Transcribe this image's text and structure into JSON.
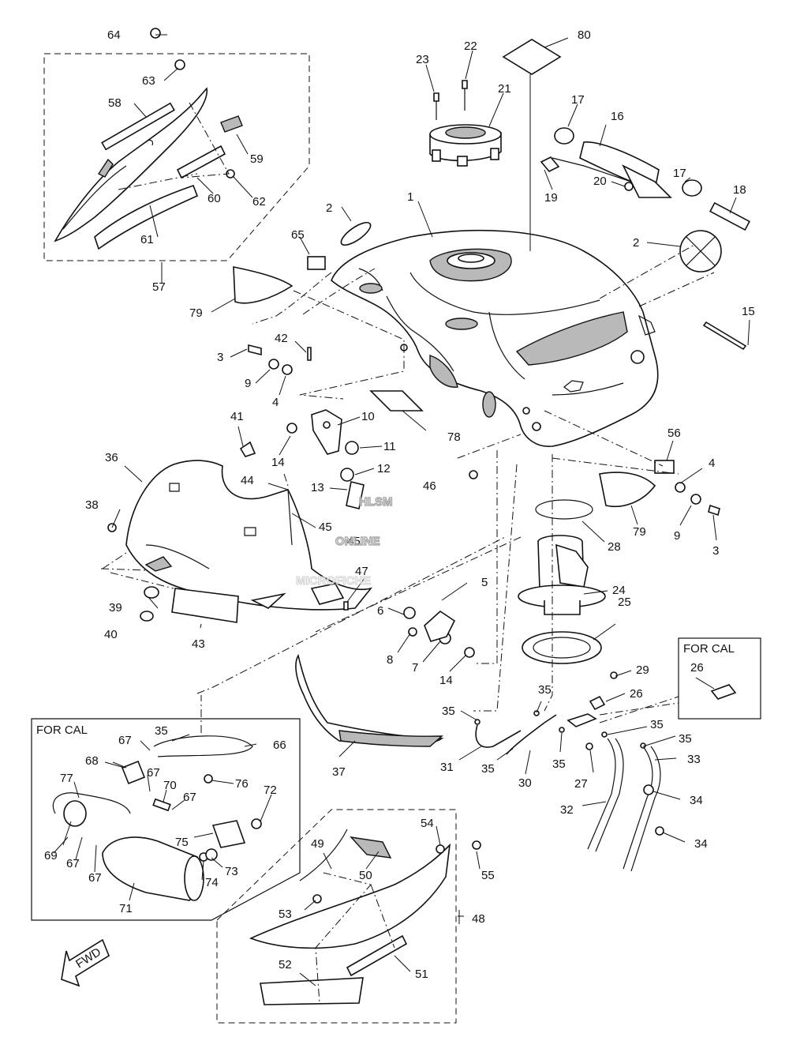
{
  "watermark": {
    "line1": "HLSM",
    "line2": "ONLINE",
    "line3": "MICROFICHE"
  },
  "boxes": {
    "cal_box_left": "FOR CAL",
    "cal_box_right": "FOR CAL"
  },
  "fwd_arrow": "FWD",
  "callouts": {
    "n1": "1",
    "n2": "2",
    "n3": "3",
    "n4": "4",
    "n5": "5",
    "n6": "6",
    "n7": "7",
    "n8": "8",
    "n9": "9",
    "n10": "10",
    "n11": "11",
    "n12": "12",
    "n13": "13",
    "n14": "14",
    "n15": "15",
    "n16": "16",
    "n17": "17",
    "n18": "18",
    "n19": "19",
    "n20": "20",
    "n21": "21",
    "n22": "22",
    "n23": "23",
    "n24": "24",
    "n25": "25",
    "n26": "26",
    "n27": "27",
    "n28": "28",
    "n29": "29",
    "n30": "30",
    "n31": "31",
    "n32": "32",
    "n33": "33",
    "n34": "34",
    "n35": "35",
    "n36": "36",
    "n37": "37",
    "n38": "38",
    "n39": "39",
    "n40": "40",
    "n41": "41",
    "n42": "42",
    "n43": "43",
    "n44": "44",
    "n45": "45",
    "n46": "46",
    "n47": "47",
    "n48": "48",
    "n49": "49",
    "n50": "50",
    "n51": "51",
    "n52": "52",
    "n53": "53",
    "n54": "54",
    "n55": "55",
    "n56": "56",
    "n57": "57",
    "n58": "58",
    "n59": "59",
    "n60": "60",
    "n61": "61",
    "n62": "62",
    "n63": "63",
    "n64": "64",
    "n65": "65",
    "n66": "66",
    "n67": "67",
    "n68": "68",
    "n69": "69",
    "n70": "70",
    "n71": "71",
    "n72": "72",
    "n73": "73",
    "n74": "74",
    "n75": "75",
    "n76": "76",
    "n77": "77",
    "n78": "78",
    "n79": "79",
    "n80": "80"
  }
}
